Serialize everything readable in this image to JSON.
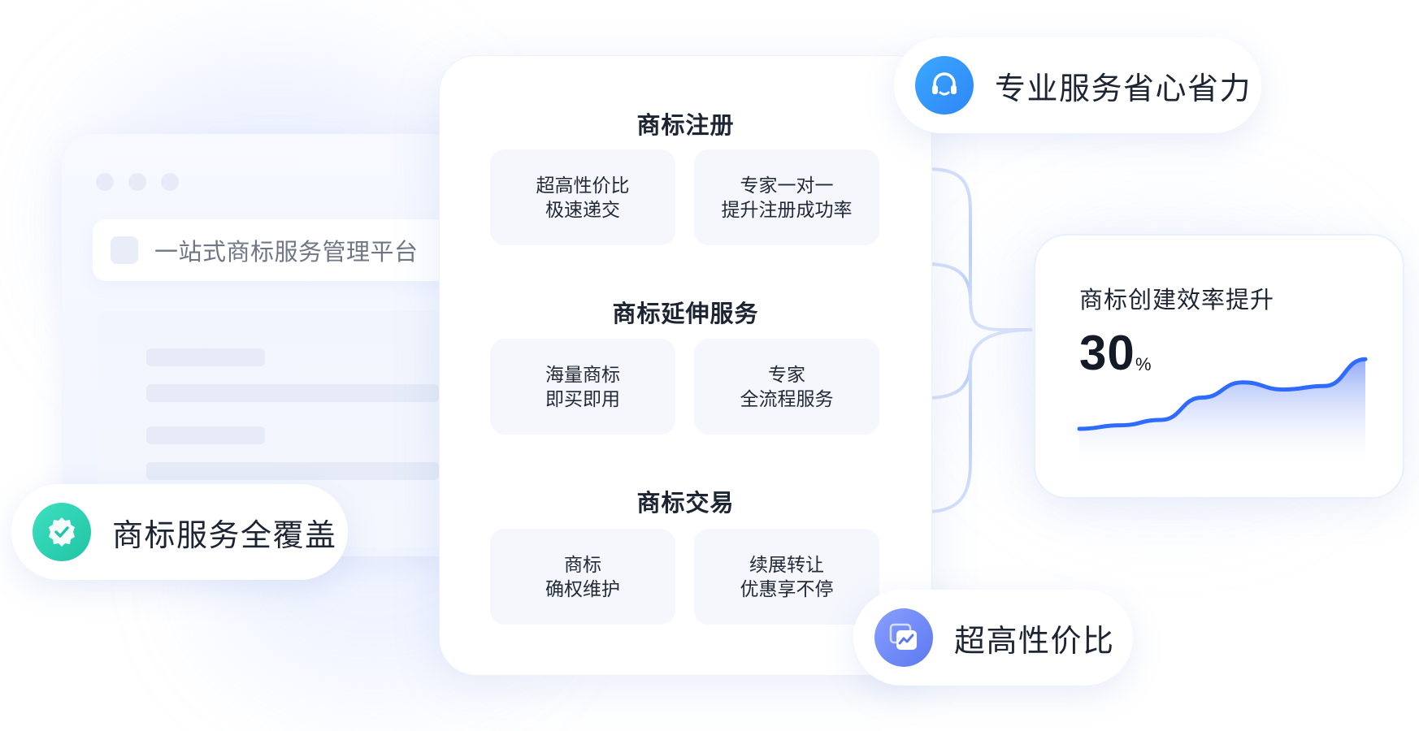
{
  "back_window": {
    "title": "一站式商标服务管理平台"
  },
  "main_card": {
    "sections": [
      {
        "title": "商标注册",
        "features": [
          {
            "line1": "超高性价比",
            "line2": "极速递交"
          },
          {
            "line1": "专家一对一",
            "line2": "提升注册成功率"
          }
        ]
      },
      {
        "title": "商标延伸服务",
        "features": [
          {
            "line1": "海量商标",
            "line2": "即买即用"
          },
          {
            "line1": "专家",
            "line2": "全流程服务"
          }
        ]
      },
      {
        "title": "商标交易",
        "features": [
          {
            "line1": "商标",
            "line2": "确权维护"
          },
          {
            "line1": "续展转让",
            "line2": "优惠享不停"
          }
        ]
      }
    ]
  },
  "pills": {
    "service": {
      "label": "专业服务省心省力",
      "icon": "headset-icon"
    },
    "coverage": {
      "label": "商标服务全覆盖",
      "icon": "verified-badge-icon"
    },
    "value": {
      "label": "超高性价比",
      "icon": "trend-chart-icon"
    }
  },
  "stats": {
    "title": "商标创建效率提升",
    "value": "30",
    "unit": "%",
    "trend": [
      0.2,
      0.24,
      0.3,
      0.55,
      0.72,
      0.64,
      0.68,
      0.98
    ]
  },
  "colors": {
    "accent_blue": "#2f6bff",
    "teal": "#2ecfb3",
    "sky": "#3aa8ff",
    "indigo": "#6f86ff"
  }
}
